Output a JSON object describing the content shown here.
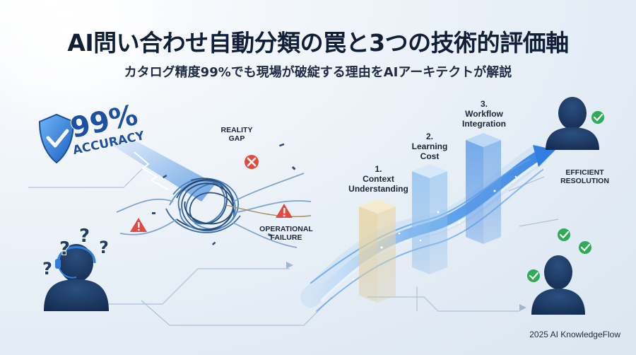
{
  "title": "AI問い合わせ自動分類の罠と3つの技術的評価軸",
  "subtitle": "カタログ精度99%でも現場が破綻する理由をAIアーキテクトが解説",
  "badge": {
    "percent": "99%",
    "word": "ACCURACY"
  },
  "labels": {
    "reality_gap": "REALITY\nGAP",
    "operational_failure": "OPERATIONAL\nFAILURE",
    "efficient_resolution": "EFFICIENT\nRESOLUTION"
  },
  "pillars": [
    {
      "label": "1.\nContext\nUnderstanding",
      "color": "#d8c494"
    },
    {
      "label": "2.\nLearning\nCost",
      "color": "#7fb4e8"
    },
    {
      "label": "3.\nWorkflow\nIntegration",
      "color": "#4f8ee0"
    }
  ],
  "question_marks": [
    "?",
    "?",
    "?",
    "?"
  ],
  "footer": "2025 AI KnowledgeFlow",
  "colors": {
    "navy": "#1e3e66",
    "accent_blue": "#2f7ee0",
    "red": "#e04a3f",
    "green": "#2eab56"
  }
}
